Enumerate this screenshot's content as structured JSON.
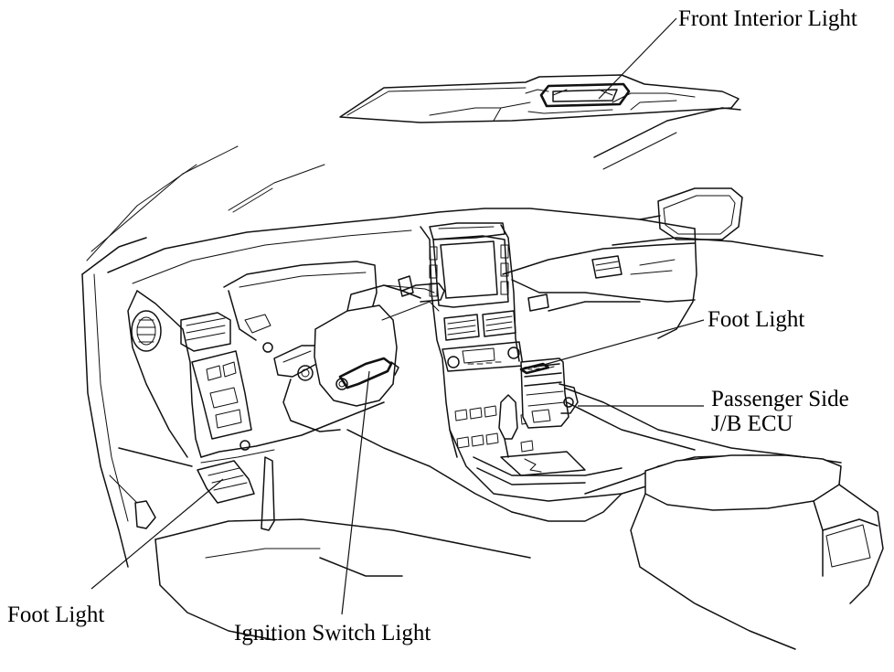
{
  "labels": {
    "front_interior_light": "Front Interior Light",
    "foot_light_right": "Foot Light",
    "passenger_jb_line1": "Passenger Side",
    "passenger_jb_line2": "J/B ECU",
    "foot_light_left": "Foot Light",
    "ignition_switch_light": "Ignition Switch Light"
  }
}
